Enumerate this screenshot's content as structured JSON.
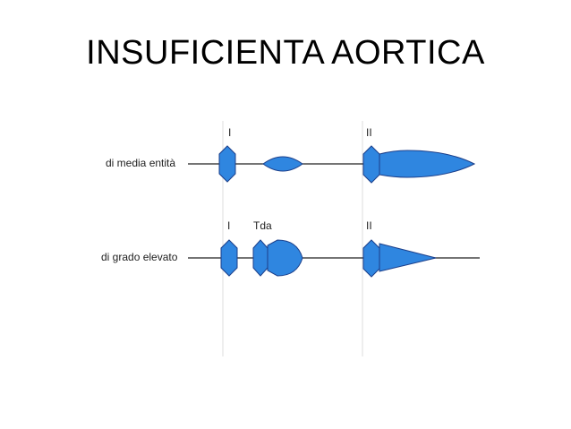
{
  "slide": {
    "title": "INSUFICIENTA AORTICA"
  },
  "diagram": {
    "colors": {
      "fill": "#2f86e0",
      "stroke": "#1c3f8a",
      "line": "#222222",
      "guide": "#dddddd"
    },
    "rows": [
      {
        "label": "di media entità",
        "sounds": [
          "I",
          "II"
        ]
      },
      {
        "label": "di grado elevato",
        "sounds": [
          "I",
          "Tda",
          "II"
        ]
      }
    ]
  }
}
